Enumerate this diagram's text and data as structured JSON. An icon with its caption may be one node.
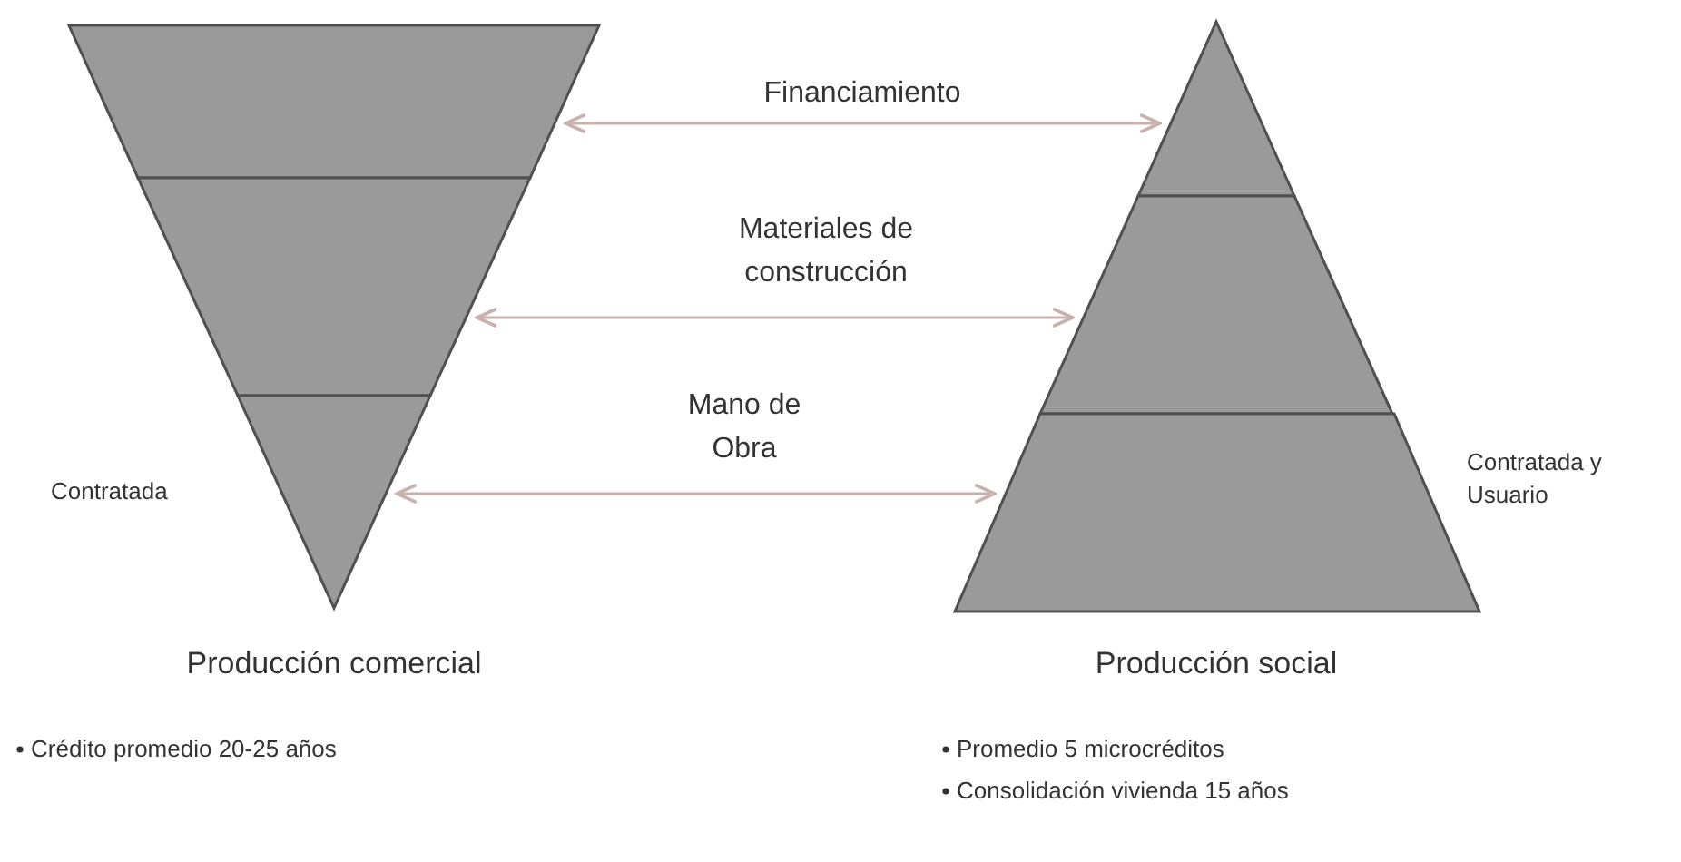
{
  "diagram": {
    "nodes": [
      {
        "text": [
          "Producción comercial"
        ]
      },
      {
        "text": [],
        "shape": "band",
        "in": 0
      },
      {
        "text": [],
        "shape": "band",
        "in": 0
      },
      {
        "text": [],
        "shape": "triangle",
        "in": 0,
        "beside": [
          "Contratada"
        ]
      },
      {
        "text": [
          "Producción social"
        ]
      },
      {
        "text": [],
        "shape": "triangle",
        "in": 4
      },
      {
        "text": [],
        "shape": "band",
        "in": 4
      },
      {
        "text": [],
        "shape": "band",
        "in": 4,
        "beside": [
          "Contratada y Usuario"
        ]
      }
    ],
    "edges": [
      {
        "from": 1,
        "to": 5,
        "arrow": "both",
        "label": "Financiamiento"
      },
      {
        "from": 2,
        "to": 6,
        "arrow": "both",
        "label": "Materiales de construcción"
      },
      {
        "from": 3,
        "to": 7,
        "arrow": "both",
        "label": "Mano de Obra"
      }
    ],
    "labels": [
      "Crédito promedio 20-25 años",
      "Promedio 5 microcréditos",
      "Consolidación vivienda 15 años"
    ]
  }
}
